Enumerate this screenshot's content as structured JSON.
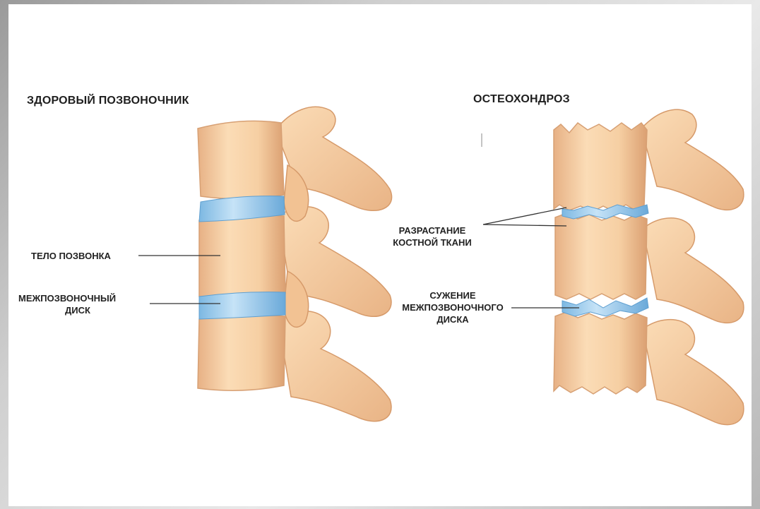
{
  "healthy": {
    "title": "ЗДОРОВЫЙ ПОЗВОНОЧНИК",
    "labels": {
      "vertebral_body": "ТЕЛО ПОЗВОНКА",
      "disc_line1": "МЕЖПОЗВОНОЧНЫЙ",
      "disc_line2": "ДИСК"
    }
  },
  "osteochondrosis": {
    "title": "ОСТЕОХОНДРОЗ",
    "labels": {
      "growth_line1": "РАЗРАСТАНИЕ",
      "growth_line2": "КОСТНОЙ ТКАНИ",
      "narrowing_line1": "СУЖЕНИЕ",
      "narrowing_line2": "МЕЖПОЗВОНОЧНОГО",
      "narrowing_line3": "ДИСКА"
    }
  },
  "colors": {
    "bone": "#f7d0a4",
    "bone_shadow": "#e3a979",
    "bone_light": "#fde6c8",
    "disc": "#a9d3f0",
    "disc_dark": "#6fb0df",
    "leader_line": "#333333"
  }
}
